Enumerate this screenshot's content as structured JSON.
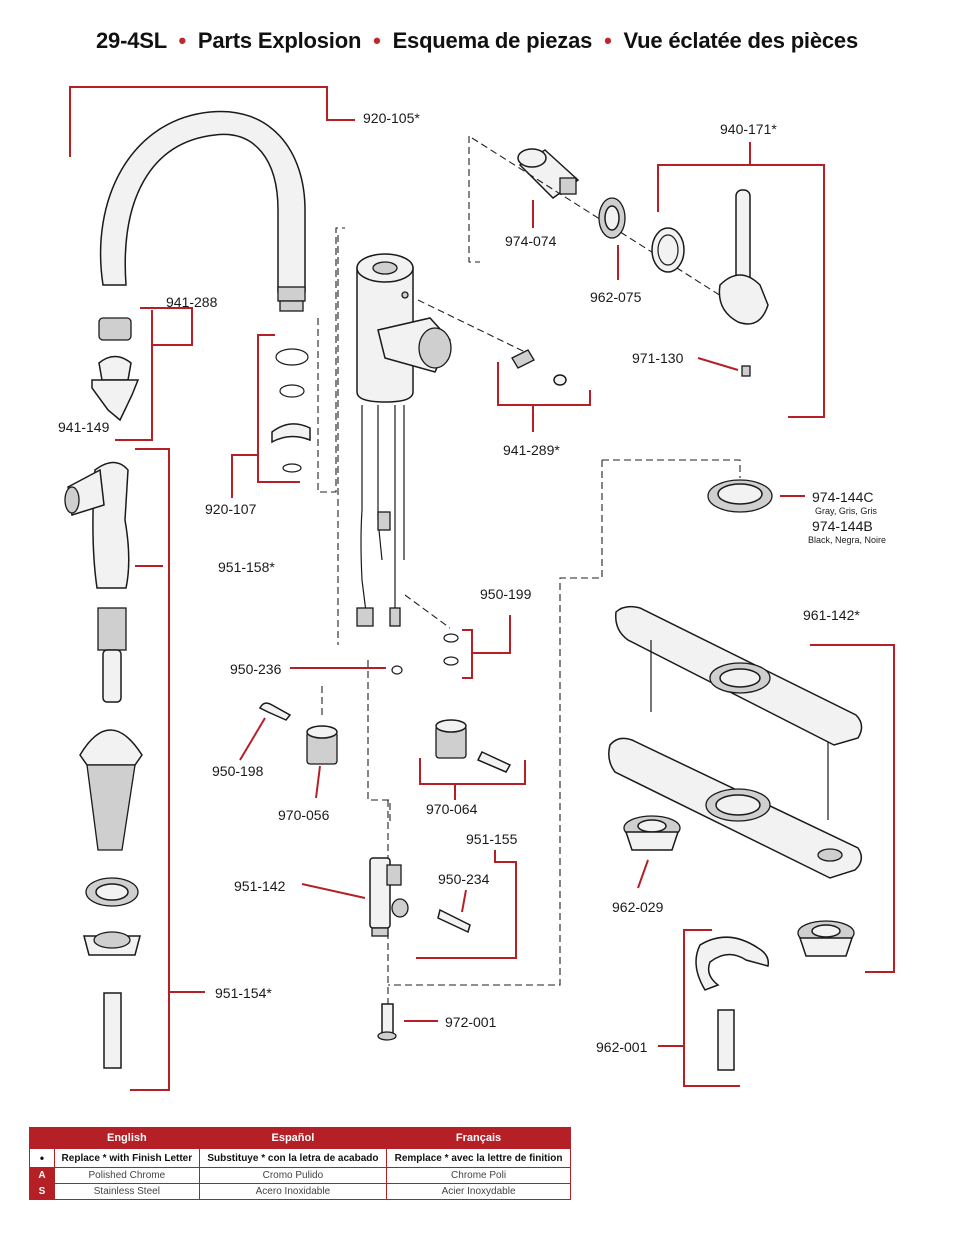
{
  "title": {
    "model": "29-4SL",
    "en": "Parts Explosion",
    "es": "Esquema de piezas",
    "fr": "Vue éclatée des pièces"
  },
  "parts": {
    "p920_105": "920-105*",
    "p940_171": "940-171*",
    "p974_074": "974-074",
    "p962_075": "962-075",
    "p941_288": "941-288",
    "p941_149": "941-149",
    "p971_130": "971-130",
    "p920_107": "920-107",
    "p941_289": "941-289*",
    "p974_144c": "974-144C",
    "p974_144c_note": "Gray, Gris, Gris",
    "p974_144b": "974-144B",
    "p974_144b_note": "Black, Negra, Noire",
    "p951_158": "951-158*",
    "p950_199": "950-199",
    "p961_142": "961-142*",
    "p950_236": "950-236",
    "p950_198": "950-198",
    "p970_056": "970-056",
    "p970_064": "970-064",
    "p951_155": "951-155",
    "p950_234": "950-234",
    "p951_142": "951-142",
    "p962_029": "962-029",
    "p951_154": "951-154*",
    "p972_001": "972-001",
    "p962_001": "962-001"
  },
  "legend": {
    "headers": [
      "English",
      "Español",
      "Français"
    ],
    "bullet": "•",
    "rows": [
      {
        "code": "",
        "en": "Replace * with Finish Letter",
        "es": "Substituye * con la letra de acabado",
        "fr": "Remplace * avec la lettre de finition"
      },
      {
        "code": "A",
        "en": "Polished Chrome",
        "es": "Cromo Pulido",
        "fr": "Chrome Poli"
      },
      {
        "code": "S",
        "en": "Stainless Steel",
        "es": "Acero Inoxidable",
        "fr": "Acier Inoxydable"
      }
    ]
  },
  "colors": {
    "accent": "#b52026"
  }
}
